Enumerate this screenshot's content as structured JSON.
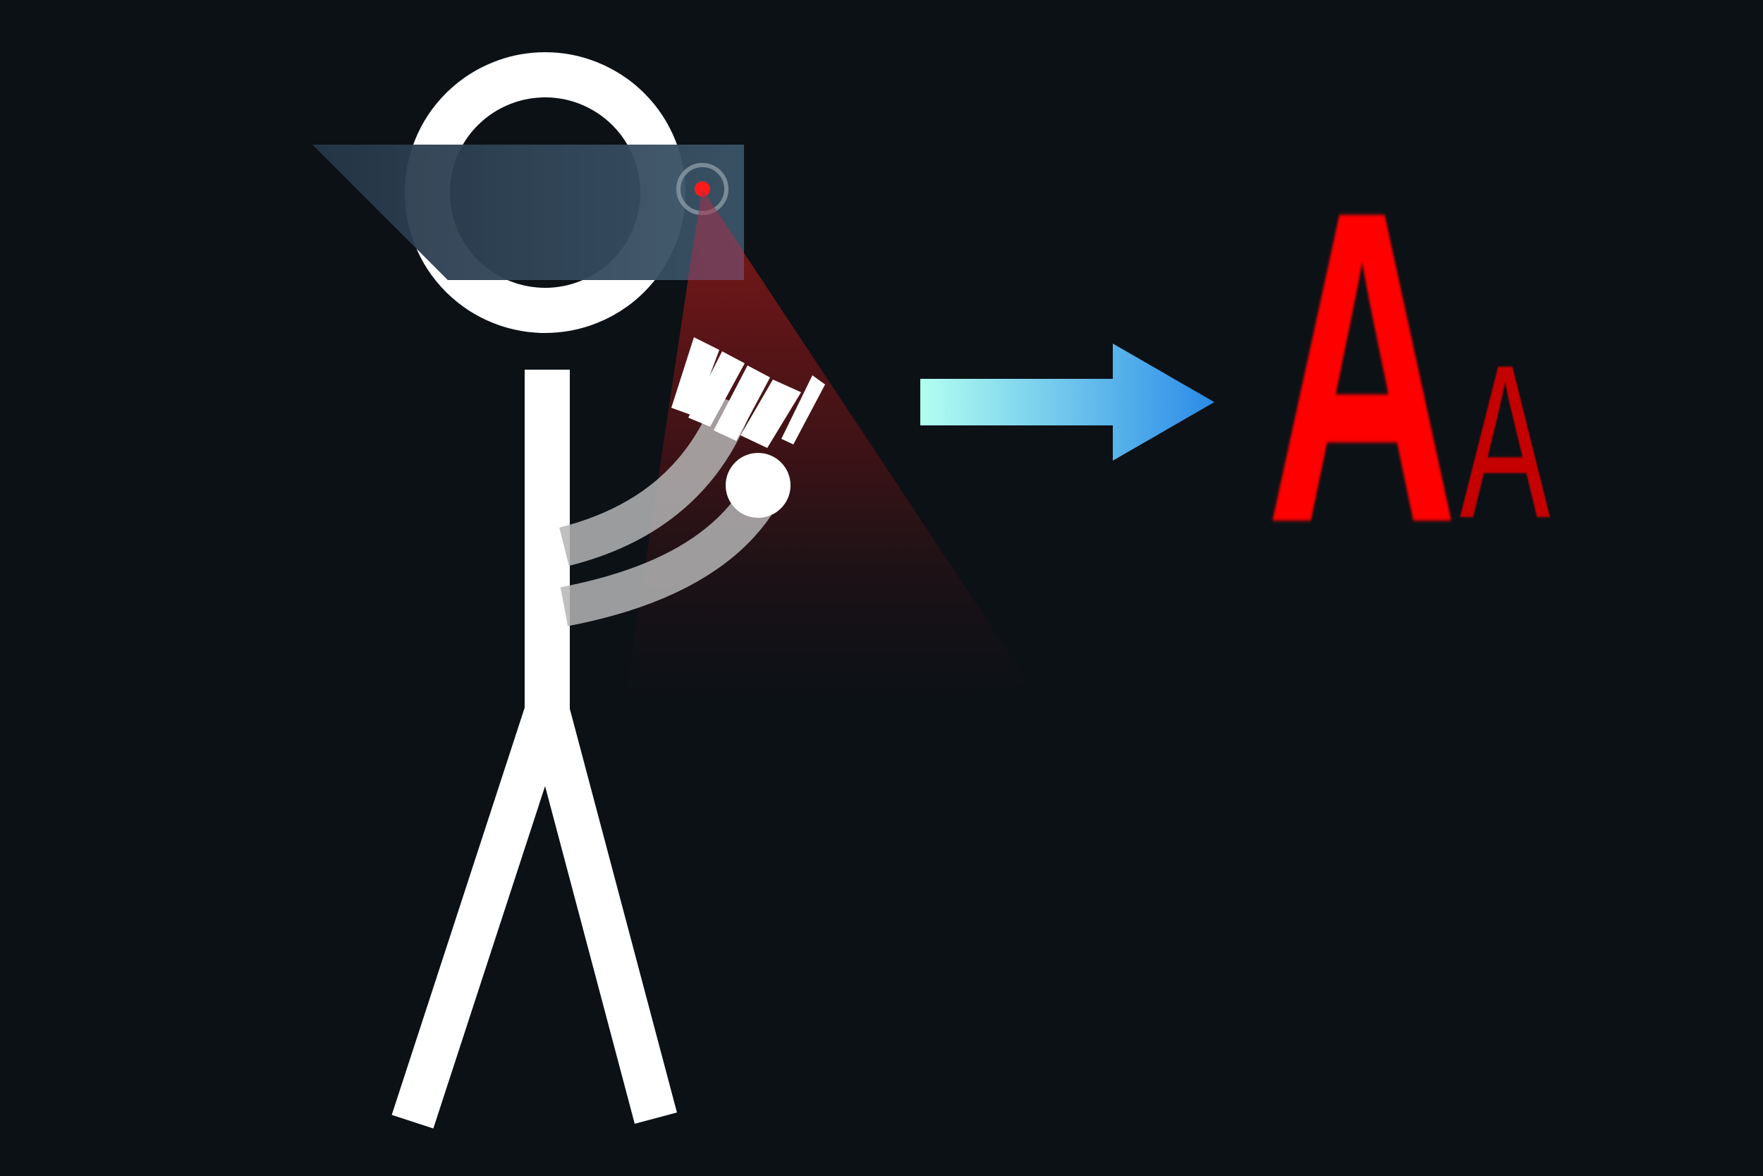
{
  "letters": {
    "large": "A",
    "small": "A"
  },
  "icons": {
    "figure": "stick-figure-icon",
    "headset": "vr-headset-icon",
    "sensor": "camera-sensor-icon",
    "beam": "camera-view-cone",
    "hand": "hand-icon",
    "arrow": "arrow-right-icon"
  },
  "colors": {
    "background": "#0c1116",
    "figure": "#ffffff",
    "headset": "#2b4257",
    "sensor_dot": "#ff1a1a",
    "beam": "#8b1414",
    "arrow_start": "#b4fff0",
    "arrow_end": "#2a8ce8",
    "letter_large": "#ff0000",
    "letter_small": "#c00000"
  }
}
